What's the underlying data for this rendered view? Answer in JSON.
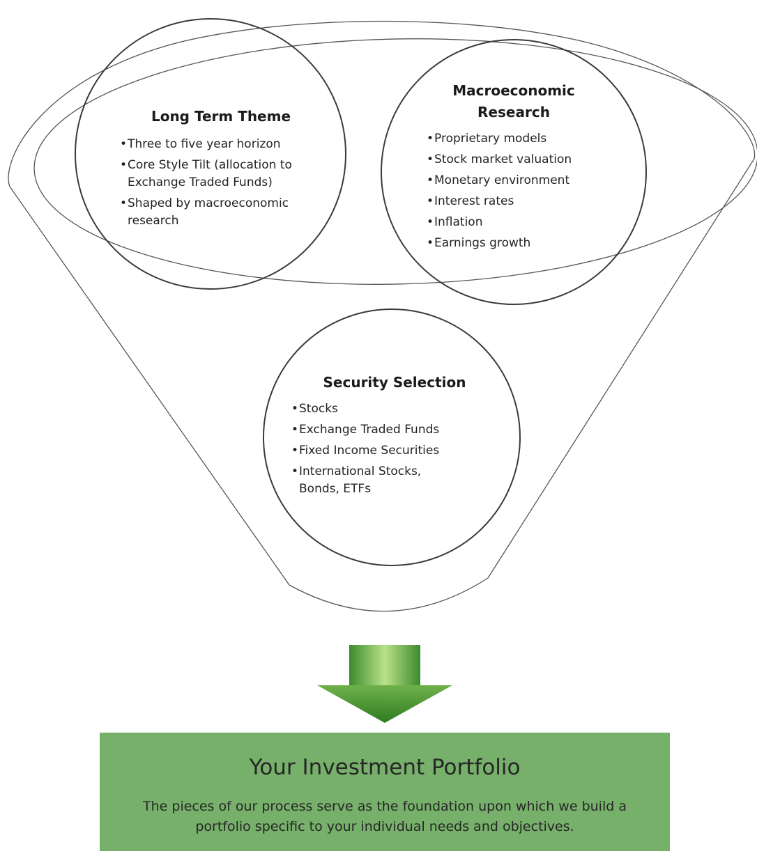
{
  "blocks": [
    {
      "title": "Long Term Theme",
      "items": [
        "Three to five year horizon",
        "Core Style Tilt (allocation to Exchange Traded Funds)",
        "Shaped by macroeconomic research"
      ]
    },
    {
      "title": "Macroeconomic Research",
      "items": [
        "Proprietary models",
        "Stock market valuation",
        "Monetary environment",
        "Interest rates",
        "Inflation",
        "Earnings growth"
      ]
    },
    {
      "title": "Security Selection",
      "items": [
        "Stocks",
        "Exchange Traded Funds",
        "Fixed Income Securities",
        "International Stocks, Bonds, ETFs"
      ]
    }
  ],
  "result": {
    "title": "Your Investment Portfolio",
    "description": "The pieces of our process serve as the foundation upon which we build a portfolio specific to your individual needs and objectives."
  },
  "colors": {
    "outline": "#4a4a4a",
    "arrow_dark": "#3d8a2e",
    "arrow_light": "#b9e28a",
    "box_fill": "#77b06a"
  },
  "icons": {
    "arrow": "down-arrow-icon"
  }
}
